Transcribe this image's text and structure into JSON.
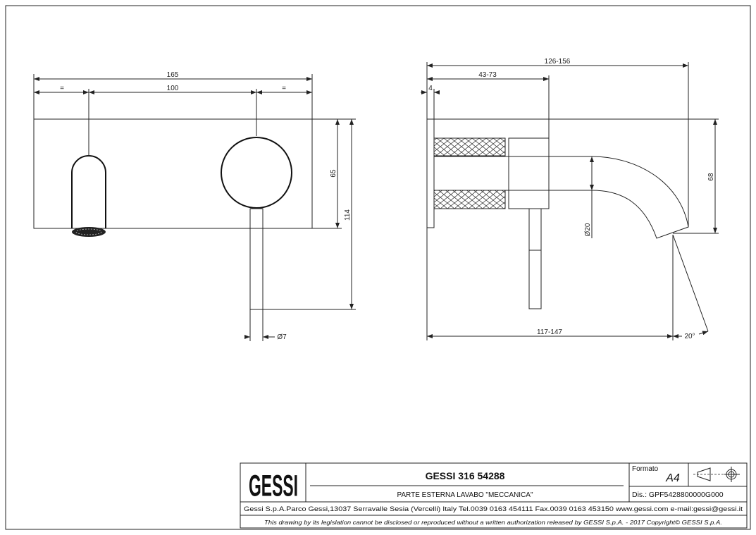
{
  "front_view": {
    "dim_total_width": "165",
    "dim_equal_left": "=",
    "dim_center_distance": "100",
    "dim_equal_right": "=",
    "dim_plate_height": "65",
    "dim_total_height": "114",
    "dim_lever_diameter": "Ø7"
  },
  "side_view": {
    "dim_total_projection": "126-156",
    "dim_body_projection": "43-73",
    "dim_plate_thickness": "4",
    "dim_spout_height": "68",
    "dim_spout_diameter": "Ø20",
    "dim_spout_reach": "117-147",
    "dim_angle": "20°"
  },
  "title_block": {
    "logo": "GESSI",
    "product_code": "GESSI 316 54288",
    "description": "PARTE ESTERNA LAVABO \"MECCANICA\"",
    "format_label": "Formato",
    "format_value": "A4",
    "drawing_number": "Dis.: GPF5428800000G000",
    "address": "Gessi S.p.A.Parco Gessi,13037 Serravalle Sesia (Vercelli) Italy Tel.0039 0163 454111 Fax.0039 0163 453150 www.gessi.com e-mail:gessi@gessi.it",
    "disclaimer": "This drawing by its legislation cannot be disclosed or reproduced without a written authorization released by GESSI S.p.A. - 2017 Copyright© GESSI S.p.A."
  }
}
